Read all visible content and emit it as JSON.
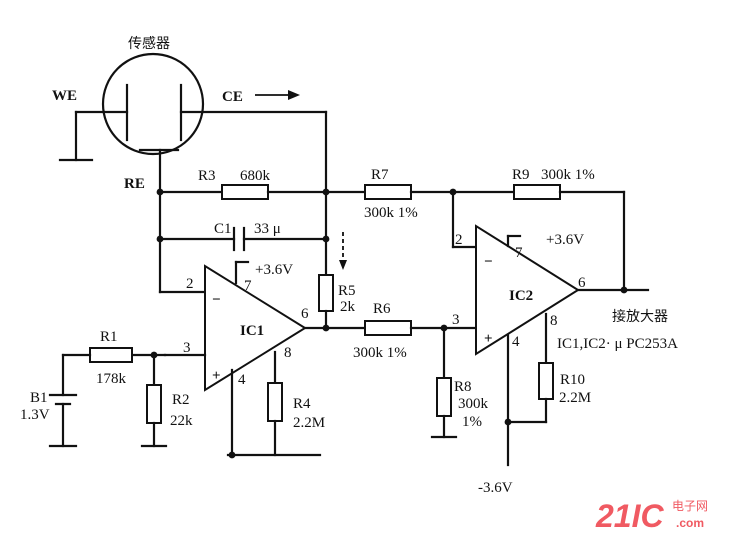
{
  "sensor": {
    "title": "传感器",
    "we": "WE",
    "ce": "CE",
    "re": "RE"
  },
  "components": {
    "r1": {
      "name": "R1",
      "value": "178k"
    },
    "r2": {
      "name": "R2",
      "value": "22k"
    },
    "r3": {
      "name": "R3",
      "value": "680k"
    },
    "r4": {
      "name": "R4",
      "value": "2.2M"
    },
    "r5": {
      "name": "R5",
      "value": "2k"
    },
    "r6": {
      "name": "R6",
      "value": "300k 1%"
    },
    "r7": {
      "name": "R7",
      "value": "300k 1%"
    },
    "r8": {
      "name": "R8",
      "value": "300k",
      "tol": "1%"
    },
    "r9": {
      "name": "R9",
      "value": "300k 1%"
    },
    "r10": {
      "name": "R10",
      "value": "2.2M"
    },
    "c1": {
      "name": "C1",
      "value": "33 μ"
    },
    "b1": {
      "name": "B1",
      "value": "1.3V"
    }
  },
  "ic1": {
    "name": "IC1",
    "pin2": "2",
    "pin3": "3",
    "pin4": "4",
    "pin6": "6",
    "pin7": "7",
    "pin8": "8",
    "supply": "+3.6V",
    "minus": "−",
    "plus": "+"
  },
  "ic2": {
    "name": "IC2",
    "pin2": "2",
    "pin3": "3",
    "pin4": "4",
    "pin6": "6",
    "pin7": "7",
    "pin8": "8",
    "supply_pos": "+3.6V",
    "supply_neg": "-3.6V",
    "minus": "−",
    "plus": "+"
  },
  "output_label": "接放大器",
  "ic_note": "IC1,IC2· μ PC253A",
  "watermark": {
    "brand": "21IC",
    "cn": "电子网",
    "url": ".com"
  }
}
